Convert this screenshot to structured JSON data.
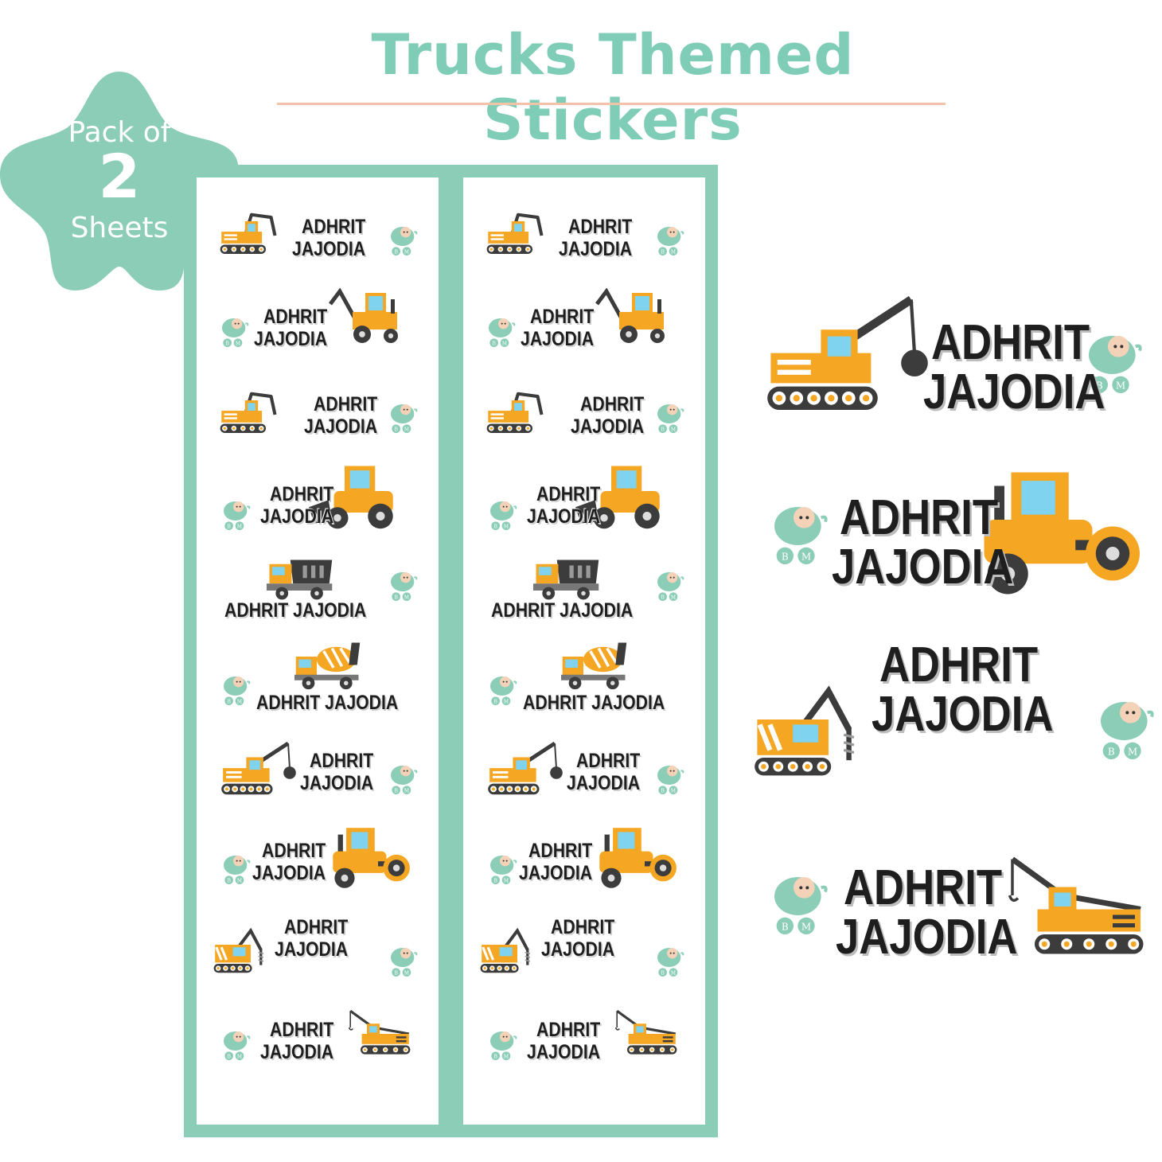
{
  "title": "Trucks Themed Stickers",
  "badge": {
    "line1": "Pack of",
    "count": "2",
    "line3": "Sheets"
  },
  "sticker_name": {
    "first": "ADHRIT",
    "last": "JAJODIA",
    "full": "ADHRIT JAJODIA"
  },
  "logo_initials": "B M",
  "colors": {
    "mint": "#8ccdb8",
    "title": "#7fcdb6",
    "rule": "#f2c3a8",
    "truck": "#f5a623",
    "text": "#1e1e1e"
  },
  "sticker_icons": [
    "excavator-icon",
    "backhoe-loader-icon",
    "excavator-icon",
    "bulldozer-icon",
    "dump-truck-icon",
    "cement-mixer-icon",
    "crane-wrecking-ball-icon",
    "road-roller-icon",
    "drilling-rig-icon",
    "crawler-crane-icon"
  ]
}
